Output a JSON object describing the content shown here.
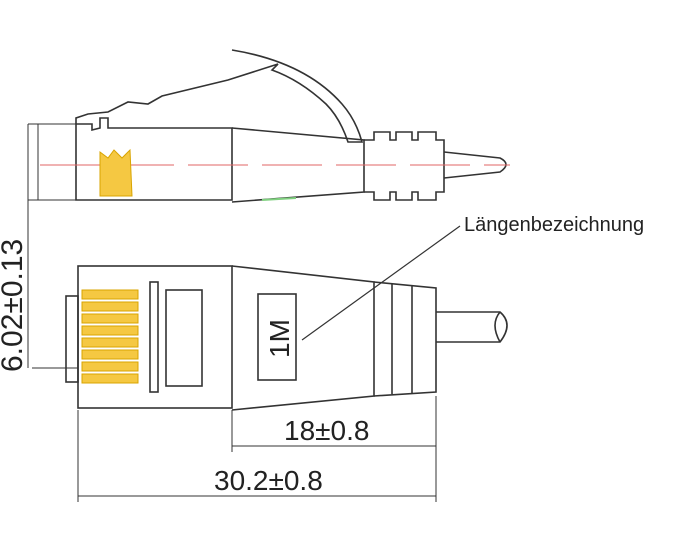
{
  "labels": {
    "height_dim": "6.02±0.13",
    "length_label_callout": "Längenbezeichnung",
    "length_tag": "1M",
    "boot_length_dim": "18±0.8",
    "total_length_dim": "30.2±0.8"
  },
  "colors": {
    "outline": "#333333",
    "pins": "#f5c842",
    "pin_stroke": "#d9a400",
    "centerline": "#e06666",
    "green_mark": "#7fd07f"
  }
}
